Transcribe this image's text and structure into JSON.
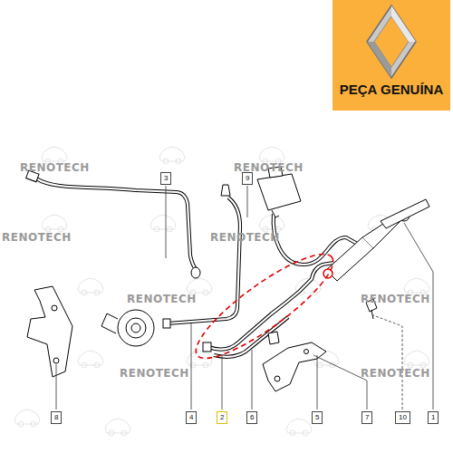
{
  "diagram": {
    "nodes": [
      {
        "text": [
          "PEÇA GENUÍNA"
        ]
      },
      {
        "text": [
          "3"
        ]
      },
      {
        "text": [
          "9"
        ]
      },
      {
        "text": [
          "8"
        ]
      },
      {
        "text": [
          "4"
        ]
      },
      {
        "text": [
          "2"
        ]
      },
      {
        "text": [
          "6"
        ]
      },
      {
        "text": [
          "5"
        ]
      },
      {
        "text": [
          "7"
        ]
      },
      {
        "text": [
          "10"
        ]
      },
      {
        "text": [
          "1"
        ]
      }
    ],
    "labels": [
      "RENOTECH",
      "RENOTECH",
      "RENOTECH",
      "RENOTECH",
      "RENOTECH",
      "RENOTECH",
      "RENOTECH",
      "RENOTECH"
    ]
  }
}
